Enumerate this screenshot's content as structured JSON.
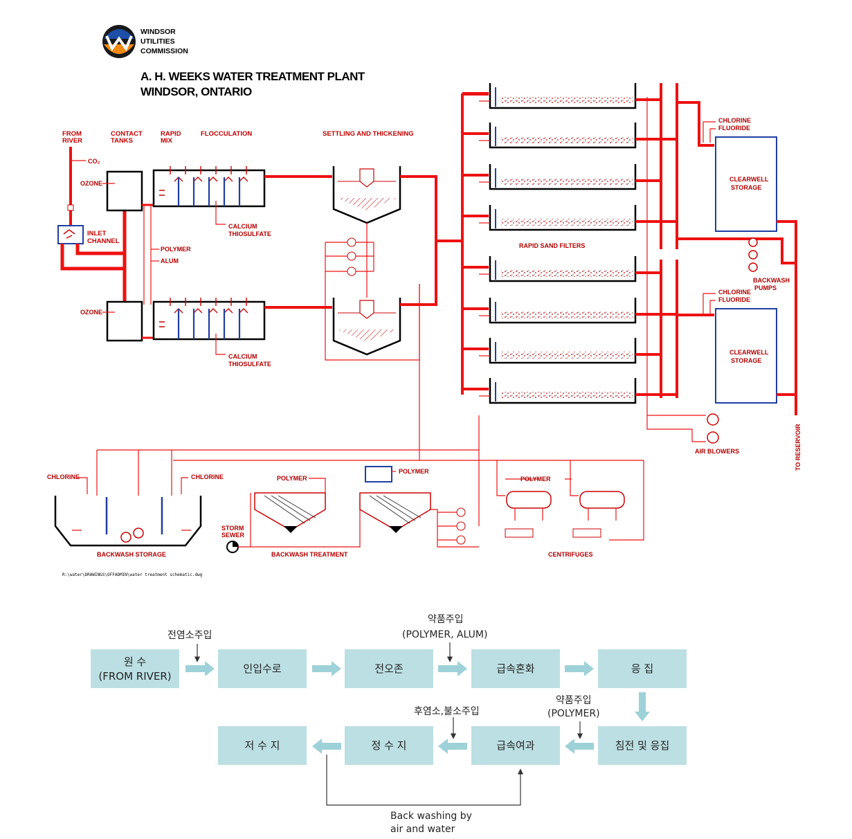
{
  "logo": {
    "lines": [
      "WINDSOR",
      "UTILITIES",
      "COMMISSION"
    ]
  },
  "title": {
    "line1": "A. H. WEEKS WATER TREATMENT PLANT",
    "line2": "WINDSOR, ONTARIO"
  },
  "schematic": {
    "from_river": [
      "FROM",
      "RIVER"
    ],
    "contact_tanks": [
      "CONTACT",
      "TANKS"
    ],
    "rapid_mix": [
      "RAPID",
      "MIX"
    ],
    "flocculation": "FLOCCULATION",
    "settling": "SETTLING AND THICKENING",
    "co2": "CO₂",
    "ozone_top": "OZONE",
    "ozone_bottom": "OZONE",
    "inlet_channel": [
      "INLET",
      "CHANNEL"
    ],
    "polymer": "POLYMER",
    "alum": "ALUM",
    "calcium_top": [
      "CALCIUM",
      "THIOSULFATE"
    ],
    "calcium_bottom": [
      "CALCIUM",
      "THIOSULFATE"
    ],
    "rapid_sand_filters": "RAPID SAND FILTERS",
    "chlorine_fluoride_top": [
      "CHLORINE",
      "FLUORIDE"
    ],
    "chlorine_fluoride_bottom": [
      "CHLORINE",
      "FLUORIDE"
    ],
    "clearwell_top": [
      "CLEARWELL",
      "STORAGE"
    ],
    "clearwell_bottom": [
      "CLEARWELL",
      "STORAGE"
    ],
    "backwash_pumps": [
      "BACKWASH",
      "PUMPS"
    ],
    "air_blowers": "AIR BLOWERS",
    "to_reservoir": "TO RESERVOIR",
    "chlorine_left": "CHLORINE",
    "chlorine_right": "CHLORINE",
    "backwash_storage": "BACKWASH STORAGE",
    "storm_sewer": [
      "STORM",
      "SEWER"
    ],
    "polymer_bt1": "POLYMER",
    "polymer_bt2": "POLYMER",
    "backwash_treatment": "BACKWASH TREATMENT",
    "polymer_cf": "POLYMER",
    "centrifuges": "CENTRIFUGES",
    "file_path": "R:\\water\\DRAWINGS\\OFFADMIN\\water treatment schematic.dwg"
  },
  "flow": {
    "row1": [
      {
        "line1": "원    수",
        "line2": "(FROM RIVER)"
      },
      {
        "line1": "인입수로",
        "line2": ""
      },
      {
        "line1": "전오존",
        "line2": ""
      },
      {
        "line1": "급속혼화",
        "line2": ""
      },
      {
        "line1": "응 집",
        "line2": ""
      }
    ],
    "row2": [
      {
        "line1": "저 수 지",
        "line2": ""
      },
      {
        "line1": "정 수 지",
        "line2": ""
      },
      {
        "line1": "급속여과",
        "line2": ""
      },
      {
        "line1": "침전 및 응집",
        "line2": ""
      }
    ],
    "notes": {
      "prechlorination": "전염소주입",
      "chem1_line1": "약품주입",
      "chem1_line2": "(POLYMER, ALUM)",
      "chem2_line1": "약품주입",
      "chem2_line2": "(POLYMER)",
      "postchlor": "후염소,불소주입",
      "backwash_line1": "Back washing by",
      "backwash_line2": "air and water"
    }
  }
}
